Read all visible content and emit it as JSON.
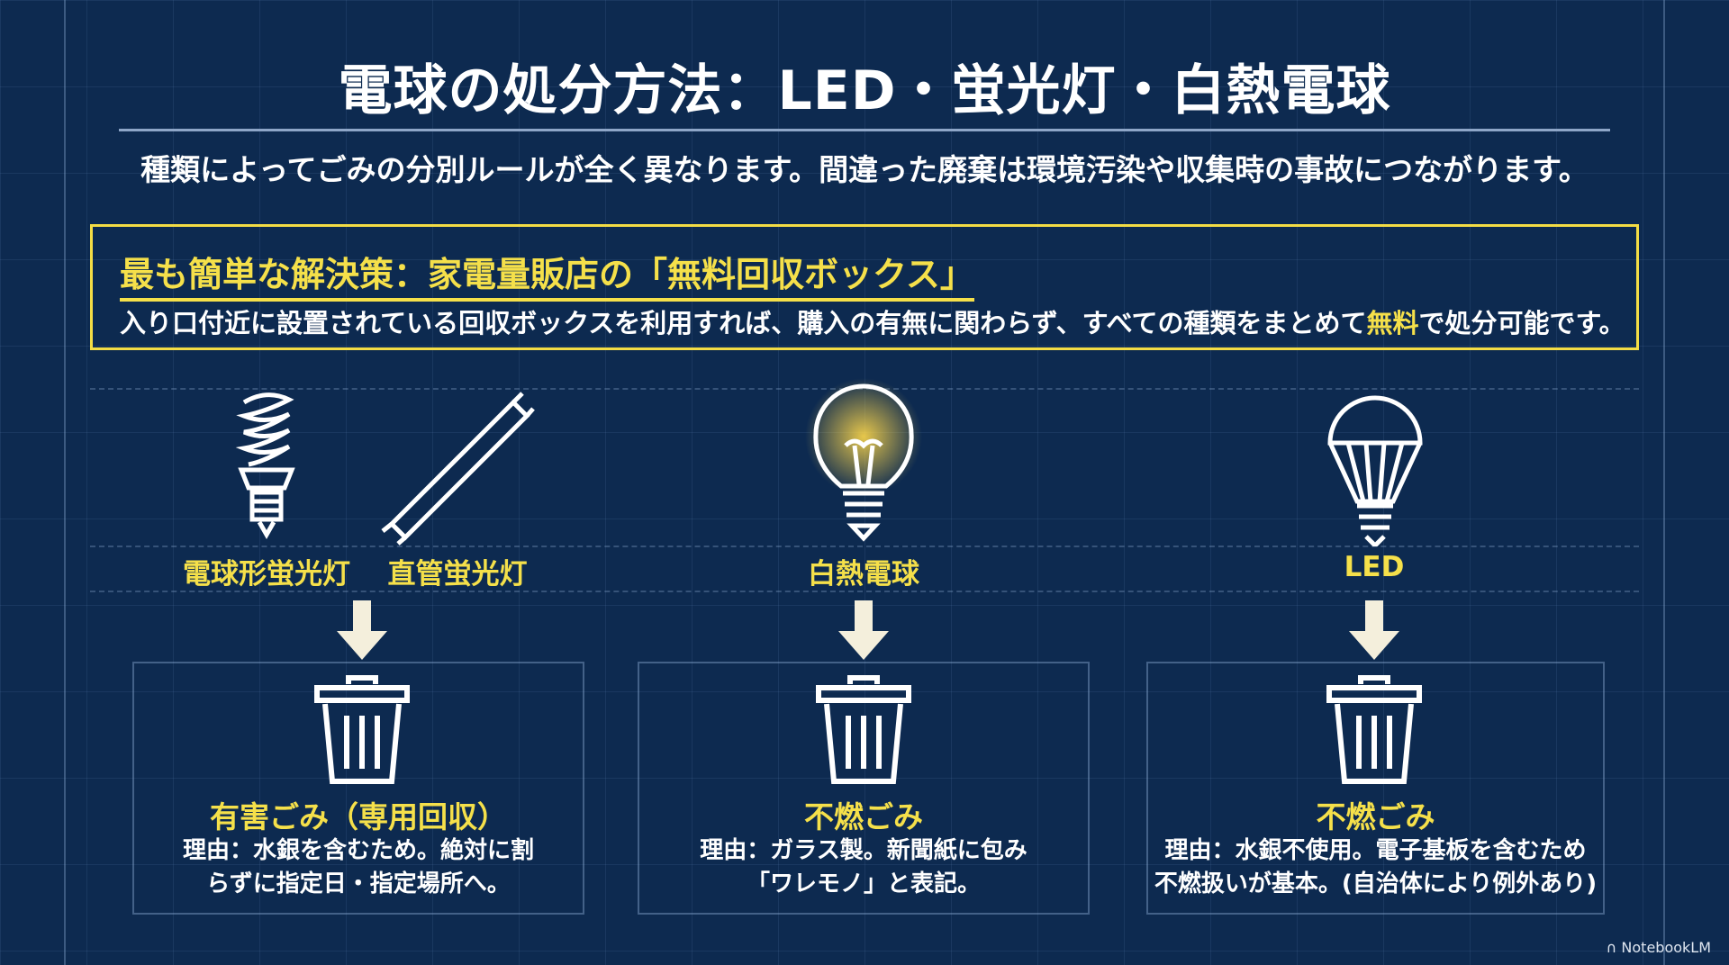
{
  "title": "電球の処分方法：LED・蛍光灯・白熱電球",
  "subtitle": "種類によってごみの分別ルールが全く異なります。間違った廃棄は環境汚染や収集時の事故につながります。",
  "callout": {
    "heading": "最も簡単な解決策：家電量販店の「無料回収ボックス」",
    "body_before": "入り口付近に設置されている回収ボックスを利用すれば、購入の有無に関わらず、すべての種類をまとめて",
    "body_highlight": "無料",
    "body_after": "で処分可能です。"
  },
  "bulbs": [
    {
      "label": "電球形蛍光灯"
    },
    {
      "label": "直管蛍光灯"
    },
    {
      "label": "白熱電球"
    },
    {
      "label": "LED"
    }
  ],
  "categories": [
    {
      "name": "有害ごみ（専用回収）",
      "reason1": "理由：水銀を含むため。絶対に割",
      "reason2": "らずに指定日・指定場所へ。"
    },
    {
      "name": "不燃ごみ",
      "reason1": "理由：ガラス製。新聞紙に包み",
      "reason2": "「ワレモノ」と表記。"
    },
    {
      "name": "不燃ごみ",
      "reason1": "理由：水銀不使用。電子基板を含むため",
      "reason2": "不燃扱いが基本。(自治体により例外あり)"
    }
  ],
  "watermark": "NotebookLM",
  "colors": {
    "background": "#0d2a50",
    "accent": "#f5e04a"
  }
}
